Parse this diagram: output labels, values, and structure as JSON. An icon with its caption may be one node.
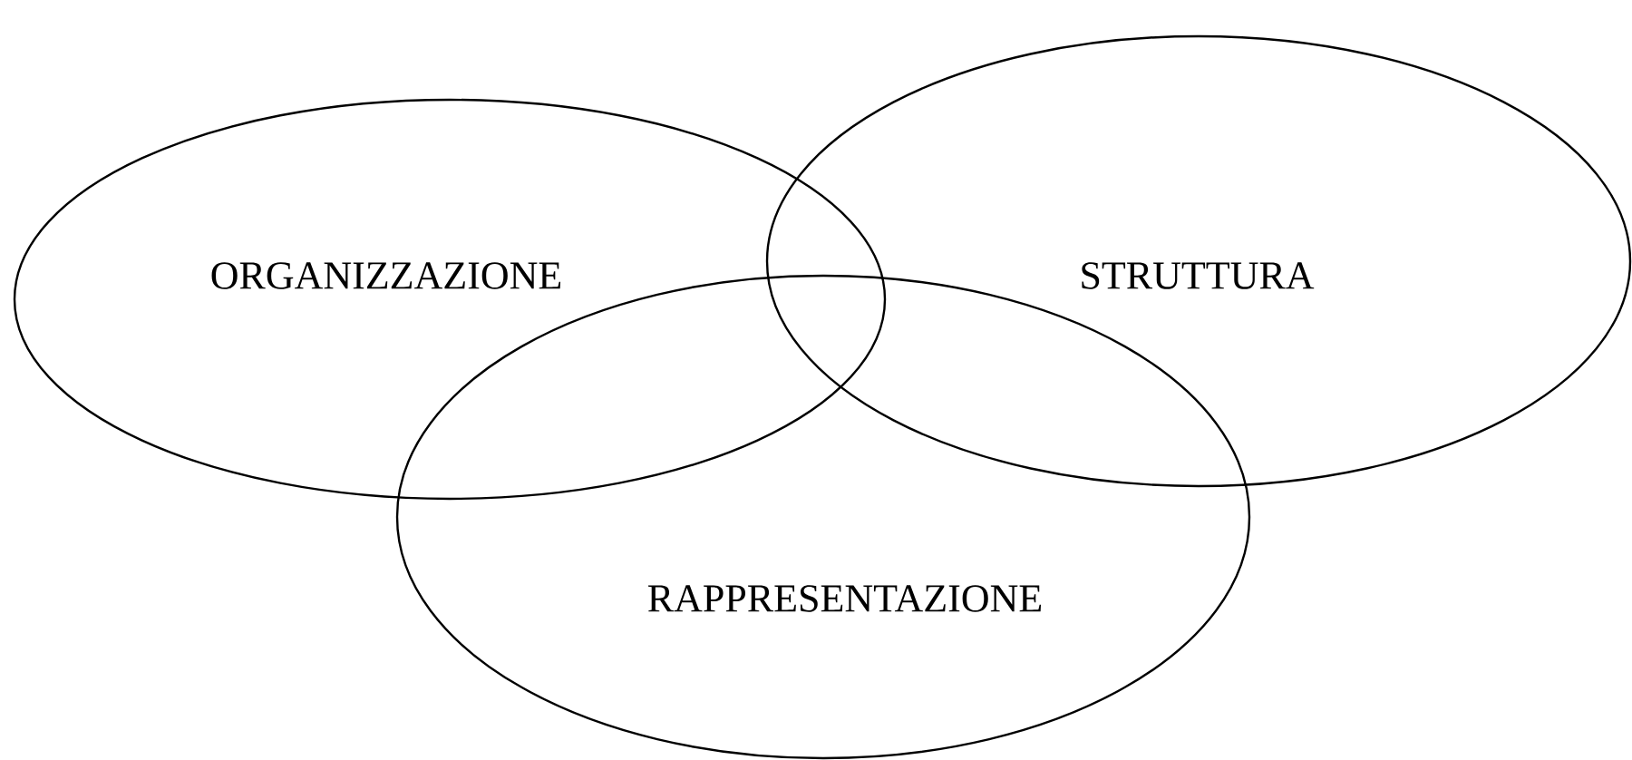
{
  "diagram": {
    "nodes": [
      {
        "text": [
          "ORGANIZZAZIONE"
        ]
      },
      {
        "text": [
          "STRUTTURA"
        ]
      },
      {
        "text": [
          "RAPPRESENTAZIONE"
        ]
      }
    ]
  }
}
